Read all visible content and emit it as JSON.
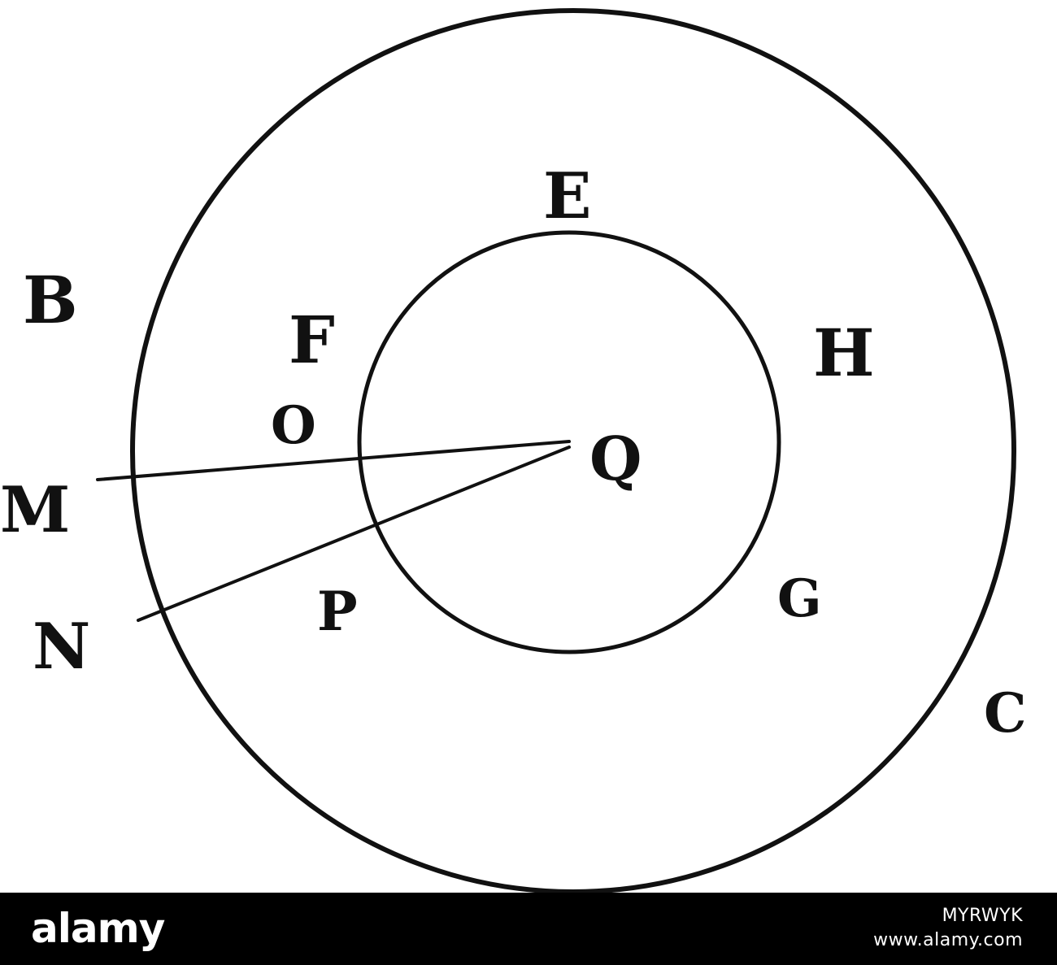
{
  "diagram": {
    "labels": {
      "B": "B",
      "E": "E",
      "F": "F",
      "H": "H",
      "O": "O",
      "Q": "Q",
      "M": "M",
      "P": "P",
      "G": "G",
      "N": "N",
      "C": "C"
    }
  },
  "watermark": {
    "logo_text": "alamy",
    "image_id": "MYRWYK",
    "url": "www.alamy.com"
  },
  "colors": {
    "ink": "#111111",
    "footer_bg": "#000000",
    "footer_text": "#ffffff"
  }
}
